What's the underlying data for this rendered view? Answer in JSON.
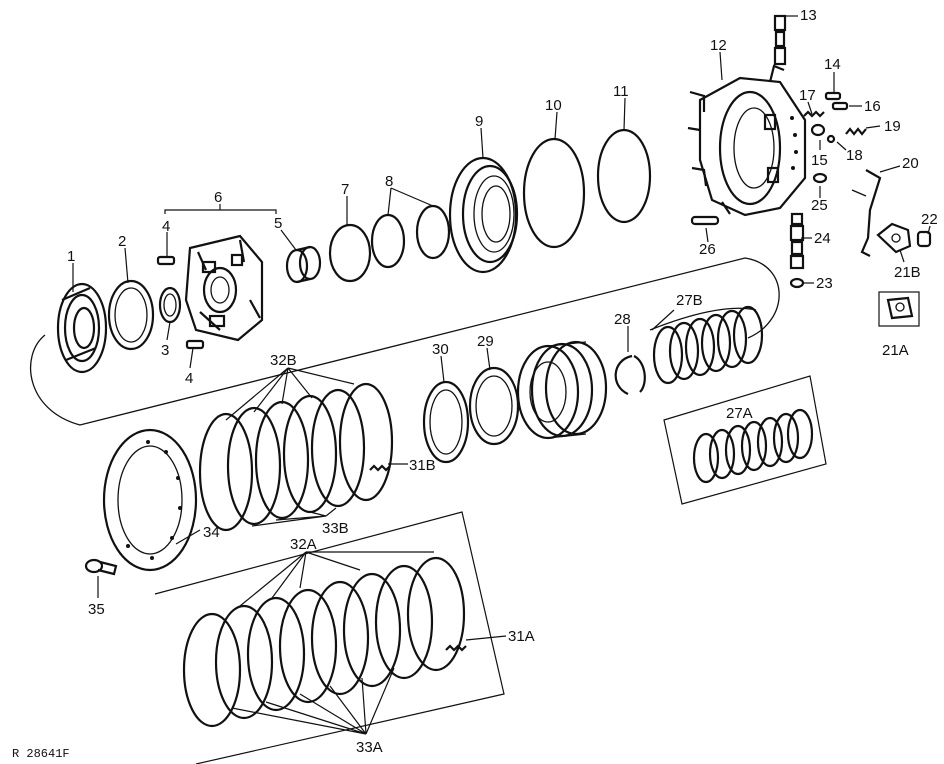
{
  "callouts": {
    "c1": "1",
    "c2": "2",
    "c3": "3",
    "c4a": "4",
    "c4b": "4",
    "c5": "5",
    "c6": "6",
    "c7": "7",
    "c8": "8",
    "c9": "9",
    "c10": "10",
    "c11": "11",
    "c12": "12",
    "c13": "13",
    "c14": "14",
    "c15": "15",
    "c16": "16",
    "c17": "17",
    "c18": "18",
    "c19": "19",
    "c20": "20",
    "c21a": "21A",
    "c21b": "21B",
    "c22": "22",
    "c23": "23",
    "c24": "24",
    "c25": "25",
    "c26": "26",
    "c27a": "27A",
    "c27b": "27B",
    "c28": "28",
    "c29": "29",
    "c30": "30",
    "c31a": "31A",
    "c31b": "31B",
    "c32a": "32A",
    "c32b": "32B",
    "c33a": "33A",
    "c33b": "33B",
    "c34": "34",
    "c35": "35"
  },
  "reference": "R 28641F"
}
